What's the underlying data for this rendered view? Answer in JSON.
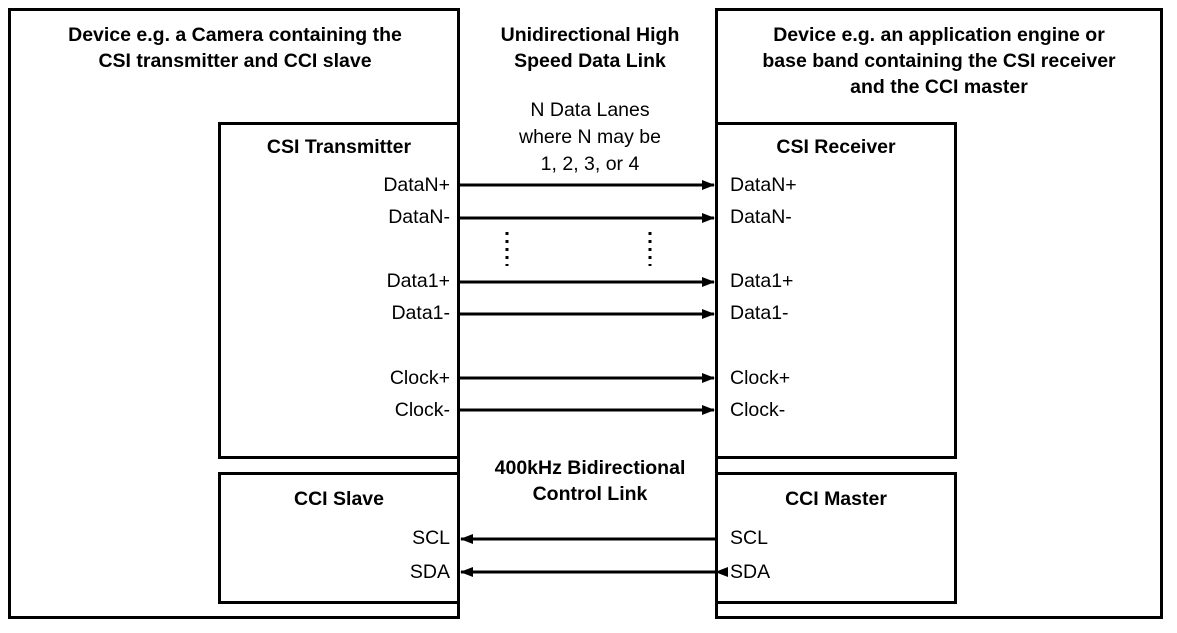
{
  "diagram": {
    "title_left_device": "Device e.g. a Camera containing the\nCSI transmitter and CCI slave",
    "title_right_device": "Device e.g. an application engine or\nbase band containing the CSI receiver\nand the CCI master",
    "data_link_title": "Unidirectional High\nSpeed Data  Link",
    "data_link_note": "N Data Lanes\nwhere N may be\n1, 2, 3, or 4",
    "control_link_title": "400kHz Bidirectional\nControl Link",
    "blocks": {
      "csi_transmitter": "CSI Transmitter",
      "csi_receiver": "CSI Receiver",
      "cci_slave": "CCI Slave",
      "cci_master": "CCI Master"
    },
    "signals": {
      "data_lanes": [
        {
          "tx_label": "DataN+",
          "rx_label": "DataN+",
          "direction": "right"
        },
        {
          "tx_label": "DataN-",
          "rx_label": "DataN-",
          "direction": "right"
        },
        {
          "tx_label": "Data1+",
          "rx_label": "Data1+",
          "direction": "right"
        },
        {
          "tx_label": "Data1-",
          "rx_label": "Data1-",
          "direction": "right"
        },
        {
          "tx_label": "Clock+",
          "rx_label": "Clock+",
          "direction": "right"
        },
        {
          "tx_label": "Clock-",
          "rx_label": "Clock-",
          "direction": "right"
        }
      ],
      "control_lanes": [
        {
          "slave_label": "SCL",
          "master_label": "SCL",
          "direction": "left"
        },
        {
          "slave_label": "SDA",
          "master_label": "SDA",
          "direction": "both"
        }
      ]
    },
    "ellipsis_marker": "vertical-dotted-continuation",
    "colors": {
      "stroke": "#000000",
      "background": "#ffffff",
      "text": "#000000"
    }
  }
}
